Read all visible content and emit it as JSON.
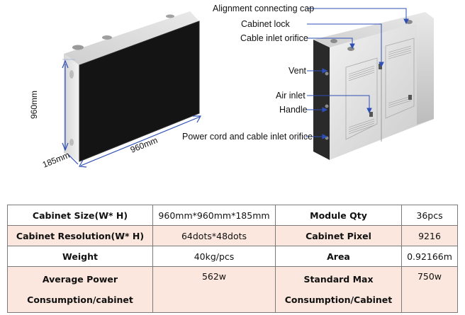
{
  "left_cabinet": {
    "height_dim": "960mm",
    "width_dim": "960mm",
    "depth_dim": "185mm"
  },
  "right_cabinet": {
    "callouts": [
      "Alignment connecting cap",
      "Cabinet lock",
      "Cable inlet orifice",
      "Vent",
      "Air inlet",
      "Handle",
      "Power cord and cable inlet orifice"
    ]
  },
  "spec_table": {
    "rows": [
      {
        "label1": "Cabinet Size(W* H)",
        "value1": "960mm*960mm*185mm",
        "label2": "Module Qty",
        "value2": "36pcs"
      },
      {
        "label1": "Cabinet Resolution(W* H)",
        "value1": "64dots*48dots",
        "label2": "Cabinet Pixel",
        "value2": "9216"
      },
      {
        "label1": "Weight",
        "value1": "40kg/pcs",
        "label2": "Area",
        "value2": "0.92166m"
      },
      {
        "label1": "Average Power Consumption/cabinet",
        "value1": "562w",
        "label2": "Standard Max Consumption/Cabinet",
        "value2": "750w"
      }
    ]
  },
  "colors": {
    "callout_line": "#2e4fb5",
    "row_pink": "#fbe7dd",
    "border": "#7a7a7a"
  }
}
